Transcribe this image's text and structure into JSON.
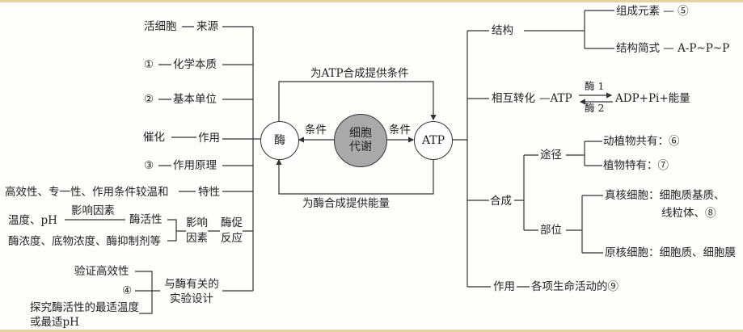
{
  "center": {
    "enzyme": "酶",
    "atp": "ATP",
    "metabolism": "细胞代谢",
    "cond_left": "条件",
    "cond_right": "条件",
    "top_arrow": "为ATP合成提供条件",
    "bottom_arrow": "为酶合成提供能量"
  },
  "left": {
    "source_val": "活细胞",
    "source": "来源",
    "chem_val": "①",
    "chem": "化学本质",
    "unit_val": "②",
    "unit": "基本单位",
    "func_val": "催化",
    "func": "作用",
    "mech_val": "③",
    "mech": "作用原理",
    "feat_val": "高效性、专一性、作用条件较温和",
    "feat": "特性",
    "factor1": "温度、pH",
    "factor_label": "影响因素",
    "activity": "酶活性",
    "factor2": "酶浓度、底物浓度、酶抑制剂等",
    "influence": "影响因素",
    "reaction": "酶促反应",
    "exp1": "验证高效性",
    "exp2": "④",
    "exp3": "探究酶活性的最适温度或最适pH",
    "exp_label": "与酶有关的实验设计"
  },
  "right": {
    "structure": "结构",
    "elements": "组成元素 — ⑤",
    "formula": "结构简式 — A-P~P~P",
    "conversion": "相互转化",
    "conv_left": "—ATP",
    "enzyme1": "酶 1",
    "enzyme2": "酶 2",
    "conv_right": "ADP+Pi+能量",
    "synthesis": "合成",
    "pathway": "途径",
    "path1": "动植物共有：⑥",
    "path2": "植物特有：⑦",
    "site": "部位",
    "euk1": "真核细胞：细胞质基质、",
    "euk2": "线粒体、⑧",
    "prok": "原核细胞：细胞质、细胞膜",
    "role": "作用",
    "role_val": "各项生命活动的⑨"
  }
}
